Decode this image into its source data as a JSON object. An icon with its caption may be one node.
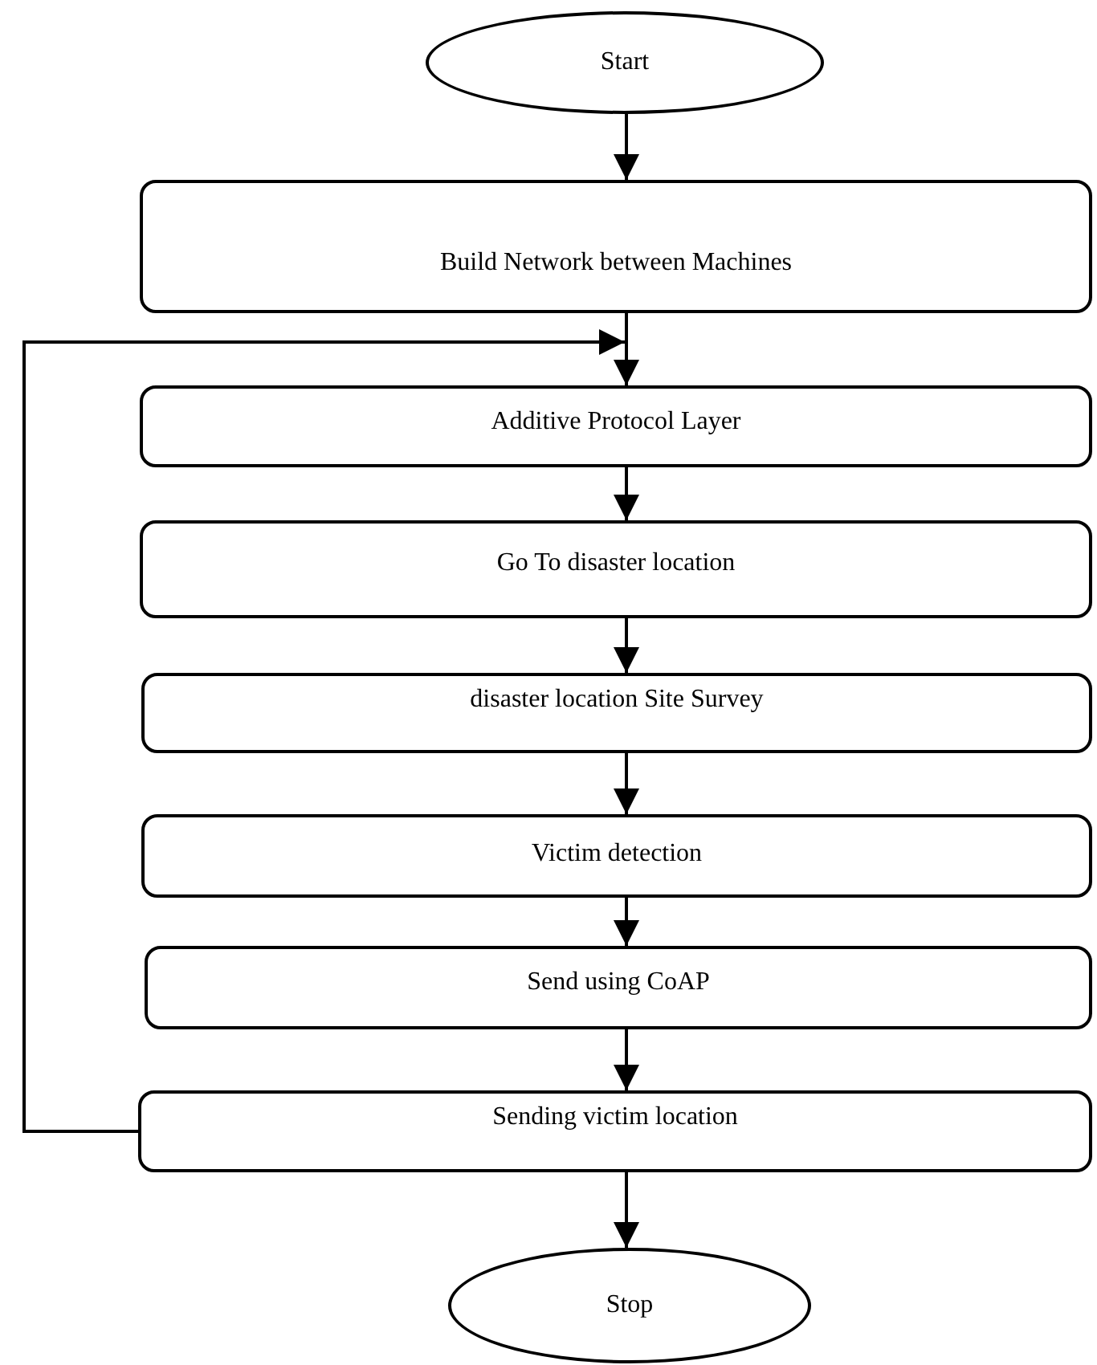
{
  "diagram": {
    "nodes": [
      {
        "text": [
          "Start"
        ]
      },
      {
        "text": [
          "Build Network between Machines"
        ]
      },
      {
        "text": [
          "Additive Protocol Layer"
        ]
      },
      {
        "text": [
          "Go To disaster location"
        ]
      },
      {
        "text": [
          "disaster location Site Survey"
        ]
      },
      {
        "text": [
          "Victim detection"
        ]
      },
      {
        "text": [
          "Send using CoAP"
        ]
      },
      {
        "text": [
          "Sending victim location"
        ]
      },
      {
        "text": [
          "Stop"
        ]
      }
    ],
    "edges": [
      {
        "from": 0,
        "to": 1,
        "arrow": "to"
      },
      {
        "from": 1,
        "to": 2,
        "arrow": "to"
      },
      {
        "from": 2,
        "to": 3,
        "arrow": "to"
      },
      {
        "from": 3,
        "to": 4,
        "arrow": "to"
      },
      {
        "from": 4,
        "to": 5,
        "arrow": "to"
      },
      {
        "from": 5,
        "to": 6,
        "arrow": "to"
      },
      {
        "from": 6,
        "to": 7,
        "arrow": "to"
      },
      {
        "from": 7,
        "to": 8,
        "arrow": "to"
      },
      {
        "from": 7,
        "to": 2,
        "arrow": "to"
      }
    ]
  }
}
